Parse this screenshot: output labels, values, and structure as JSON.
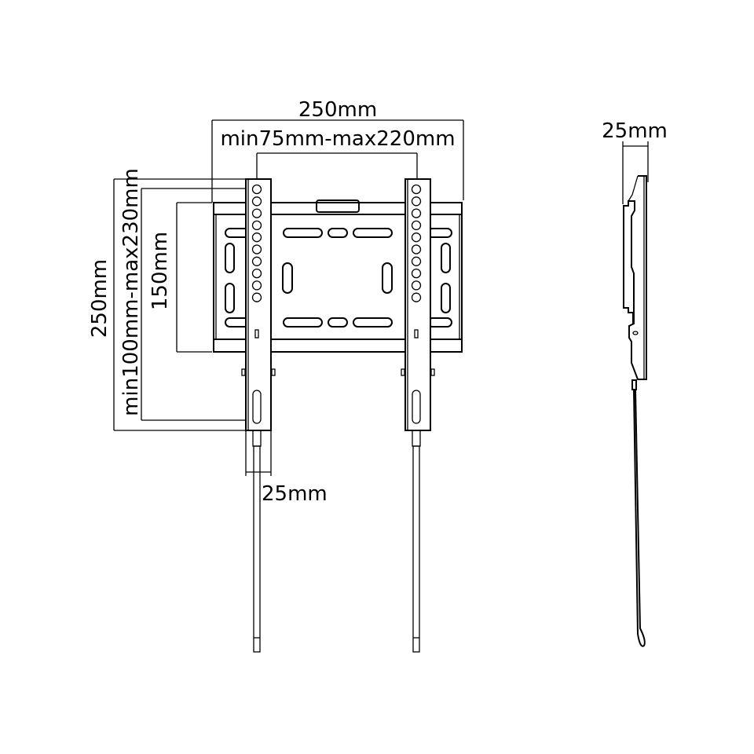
{
  "front_view": {
    "width_label": "250mm",
    "hole_spacing_label": "min75mm-max220mm",
    "height_label": "250mm",
    "vertical_spacing_label": "min100mm-max230mm",
    "plate_height_label": "150mm",
    "rail_width_label": "25mm"
  },
  "side_view": {
    "depth_label": "25mm"
  },
  "colors": {
    "line": "#000000",
    "background": "#ffffff"
  }
}
